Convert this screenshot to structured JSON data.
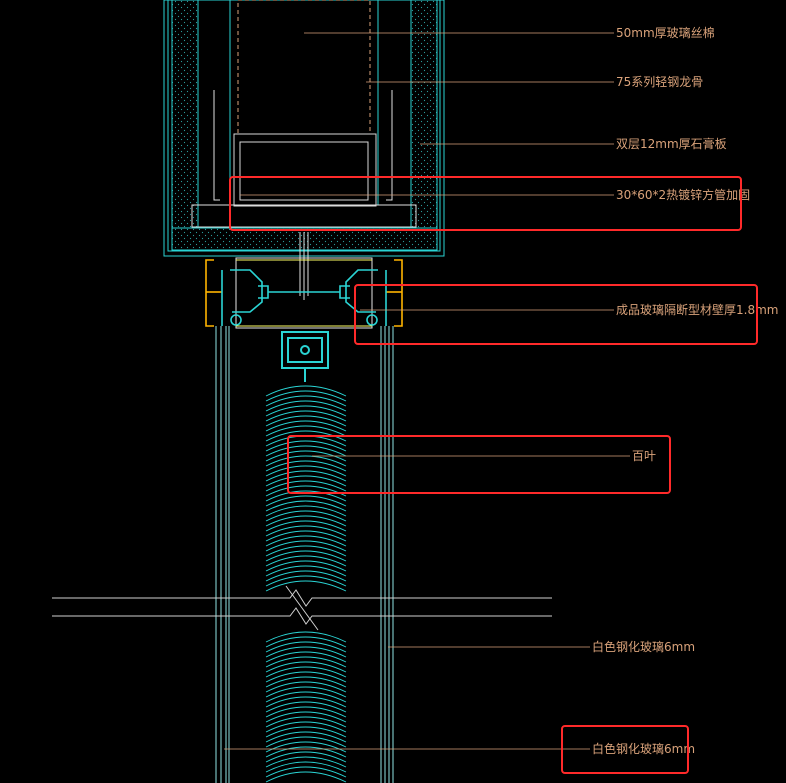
{
  "labels": {
    "glass_wool": "50mm厚玻璃丝棉",
    "steel_keel": "75系列轻钢龙骨",
    "gypsum_board": "双层12mm厚石膏板",
    "square_tube": "30*60*2热镀锌方管加固",
    "profile": "成品玻璃隔断型材壁厚1.8mm",
    "louver": "百叶",
    "glass_right": "白色钢化玻璃6mm",
    "glass_bottom": "白色钢化玻璃6mm"
  },
  "colors": {
    "background": "#000000",
    "wall": "#2ad4d4",
    "glass": "#8fe3e3",
    "profile_orange": "#ffb400",
    "leader": "#d9a27a",
    "highlight": "#ff2a2a",
    "break_line": "#d0d0d0"
  }
}
